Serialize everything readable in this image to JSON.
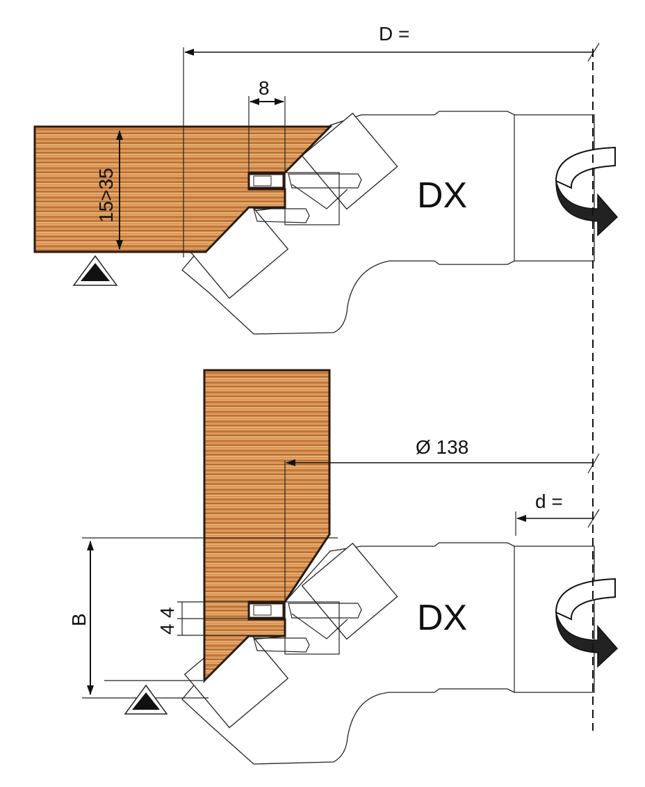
{
  "colors": {
    "wood_base": "#d08a4c",
    "wood_light": "#e6a868",
    "wood_dark": "#b56a34",
    "line": "#222222"
  },
  "top_profile": {
    "cutter_label": "DX",
    "dimension_D": "D =",
    "dimension_groove_width": "8",
    "dimension_thickness": "15>35",
    "reference_marker": "triangle-marker",
    "rotation_icon": "rotation-arrow-icon"
  },
  "bottom_profile": {
    "cutter_label": "DX",
    "dimension_diameter": "Ø 138",
    "dimension_bore": "d =",
    "dimension_height": "B",
    "dimension_groove_depth": "4",
    "dimension_groove_offset": "4",
    "reference_marker": "triangle-marker",
    "rotation_icon": "rotation-arrow-icon"
  }
}
